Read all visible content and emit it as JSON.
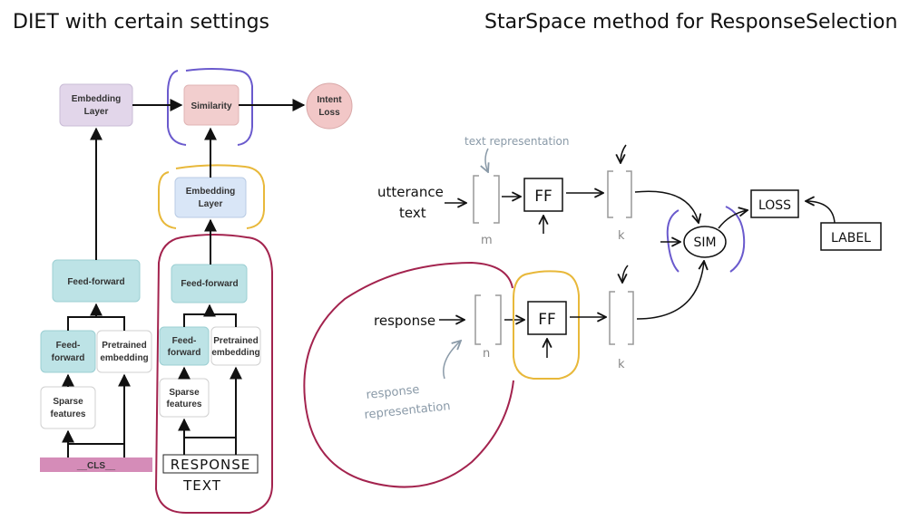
{
  "titles": {
    "left": "DIET with certain settings",
    "right": "StarSpace method for ResponseSelection"
  },
  "diet": {
    "embedding_layer_1": "Embedding Layer",
    "similarity": "Similarity",
    "intent_loss": "Intent Loss",
    "embedding_layer_2": "Embedding Layer",
    "feed_forward_left": "Feed-forward",
    "feed_forward_right": "Feed-forward",
    "feed_forward_small_left": "Feed-forward",
    "feed_forward_small_right": "Feed-forward",
    "pretrained_left": "Pretrained embedding",
    "pretrained_right": "Pretrained embedding",
    "sparse_left": "Sparse features",
    "sparse_right": "Sparse features",
    "cls": "__CLS__",
    "response_text_line1": "RESPONSE",
    "response_text_line2": "TEXT"
  },
  "starspace": {
    "text_representation": "text representation",
    "utterance_line1": "utterance",
    "utterance_line2": "text",
    "ff_top": "FF",
    "m": "m",
    "k_top": "k",
    "sim": "SIM",
    "loss": "LOSS",
    "label": "LABEL",
    "response": "response",
    "ff_bottom": "FF",
    "n": "n",
    "k_bottom": "k",
    "response_repr_line1": "response",
    "response_repr_line2": "representation"
  },
  "colors": {
    "purple_box": "#e2d6ea",
    "pink_box": "#f2cece",
    "intent_circle": "#f2c7c7",
    "blue_box": "#d9e6f7",
    "teal_box": "#bde3e6",
    "cls_bar": "#d58cb8",
    "yellow_outline": "#e8b83a",
    "violet_outline": "#6a5acd",
    "maroon_outline": "#a3234e",
    "grey_annotation": "#8a9aa8"
  }
}
